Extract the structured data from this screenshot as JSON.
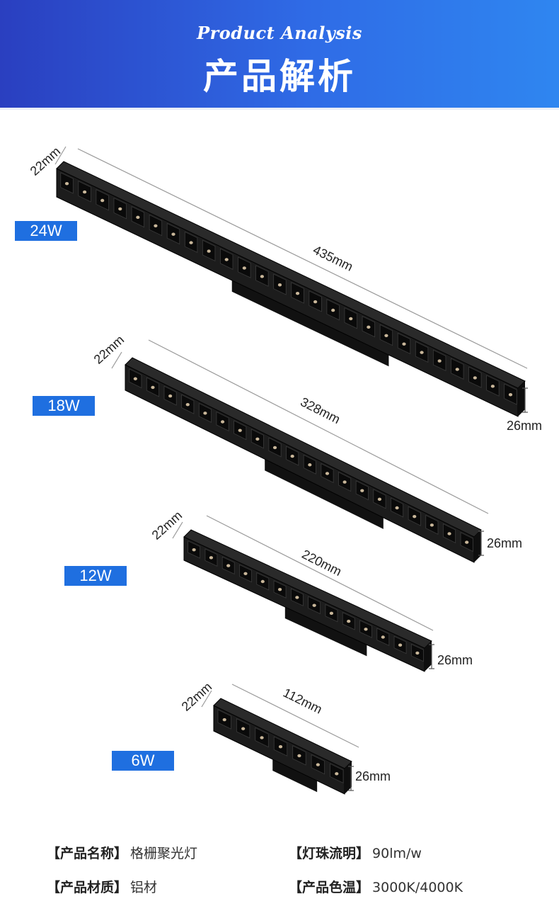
{
  "header": {
    "subtitle": "Product Analysis",
    "title": "产品解析"
  },
  "products": [
    {
      "watt": "24W",
      "length": "435mm",
      "width": "22mm",
      "height": "26mm",
      "cells": 26
    },
    {
      "watt": "18W",
      "length": "328mm",
      "width": "22mm",
      "height": "26mm",
      "cells": 20
    },
    {
      "watt": "12W",
      "length": "220mm",
      "width": "22mm",
      "height": "26mm",
      "cells": 14
    },
    {
      "watt": "6W",
      "length": "112mm",
      "width": "22mm",
      "height": "26mm",
      "cells": 7
    }
  ],
  "specs": {
    "name_label": "【产品名称】",
    "name_value": "格栅聚光灯",
    "material_label": "【产品材质】",
    "material_value": "铝材",
    "lumen_label": "【灯珠流明】",
    "lumen_value": "90lm/w",
    "color_label": "【产品色温】",
    "color_value": "3000K/4000K"
  },
  "colors": {
    "header_start": "#2a3fc0",
    "header_end": "#2f86f0",
    "badge": "#1f6fe0",
    "fixture": "#1c1c1c"
  }
}
